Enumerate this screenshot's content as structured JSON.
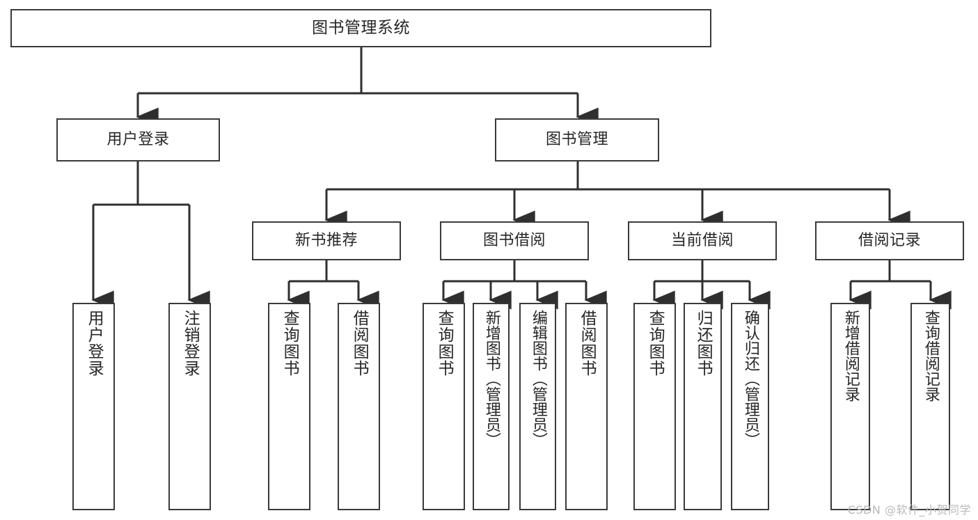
{
  "diagram": {
    "title": "图书管理系统",
    "watermark": "CSDN @软件_小贺同学",
    "colors": {
      "box_border": "#3a3a3a",
      "box_fill": "#ffffff",
      "edge": "#2f2f2f",
      "text": "#262626",
      "watermark": "#b9b9b9",
      "background": "#ffffff"
    },
    "root": {
      "label": "图书管理系统"
    },
    "level2": [
      {
        "label": "用户登录"
      },
      {
        "label": "图书管理"
      }
    ],
    "level3": [
      {
        "label": "新书推荐"
      },
      {
        "label": "图书借阅"
      },
      {
        "label": "当前借阅"
      },
      {
        "label": "借阅记录"
      }
    ],
    "leaves": {
      "user_login": [
        {
          "label": "用户登录"
        },
        {
          "label": "注销登录"
        }
      ],
      "new_book_recommend": [
        {
          "label": "查询图书"
        },
        {
          "label": "借阅图书"
        }
      ],
      "book_borrow": [
        {
          "label": "查询图书"
        },
        {
          "label": "新增图书（管理员）"
        },
        {
          "label": "编辑图书（管理员）"
        },
        {
          "label": "借阅图书"
        }
      ],
      "current_borrow": [
        {
          "label": "查询图书"
        },
        {
          "label": "归还图书"
        },
        {
          "label": "确认归还（管理员）"
        }
      ],
      "borrow_record": [
        {
          "label": "新增借阅记录"
        },
        {
          "label": "查询借阅记录"
        }
      ]
    }
  }
}
